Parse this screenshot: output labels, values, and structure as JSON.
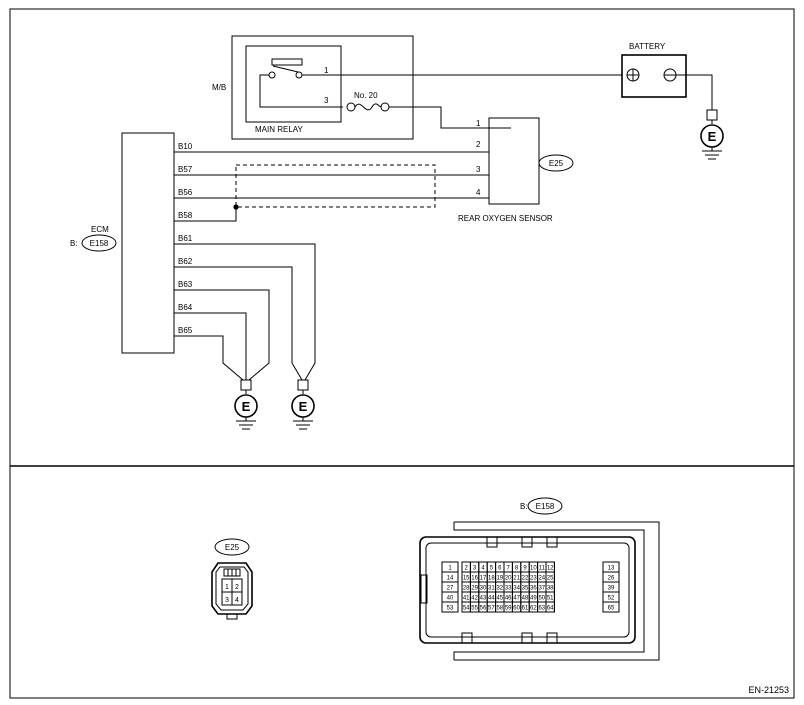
{
  "labels": {
    "mb": "M/B",
    "main_relay": "MAIN RELAY",
    "fuse": "No. 20",
    "battery": "BATTERY",
    "ecm": "ECM",
    "ecm_conn_prefix": "B:",
    "ecm_conn": "E158",
    "sensor": "REAR OXYGEN SENSOR",
    "sensor_conn": "E25",
    "ground": "E",
    "relay_pin_1": "1",
    "relay_pin_3": "3",
    "sensor_pins": [
      "1",
      "2",
      "3",
      "4"
    ],
    "ecm_pins": [
      "B10",
      "B57",
      "B56",
      "B58",
      "B61",
      "B62",
      "B63",
      "B64",
      "B65"
    ],
    "footer_code": "EN-21253"
  },
  "connector_e25": {
    "label": "E25",
    "pins": [
      [
        "1",
        "2"
      ],
      [
        "3",
        "4"
      ]
    ]
  },
  "connector_e158": {
    "prefix": "B:",
    "label": "E158",
    "rows": [
      [
        "1",
        "2",
        "3",
        "4",
        "5",
        "6",
        "7",
        "8",
        "9",
        "10",
        "11",
        "12",
        "13"
      ],
      [
        "14",
        "15",
        "16",
        "17",
        "18",
        "19",
        "20",
        "21",
        "22",
        "23",
        "24",
        "25",
        "26"
      ],
      [
        "27",
        "28",
        "29",
        "30",
        "31",
        "32",
        "33",
        "34",
        "35",
        "36",
        "37",
        "38",
        "39"
      ],
      [
        "40",
        "41",
        "42",
        "43",
        "44",
        "45",
        "46",
        "47",
        "48",
        "49",
        "50",
        "51",
        "52"
      ],
      [
        "53",
        "54",
        "55",
        "56",
        "57",
        "58",
        "59",
        "60",
        "61",
        "62",
        "63",
        "64",
        "65"
      ]
    ]
  }
}
